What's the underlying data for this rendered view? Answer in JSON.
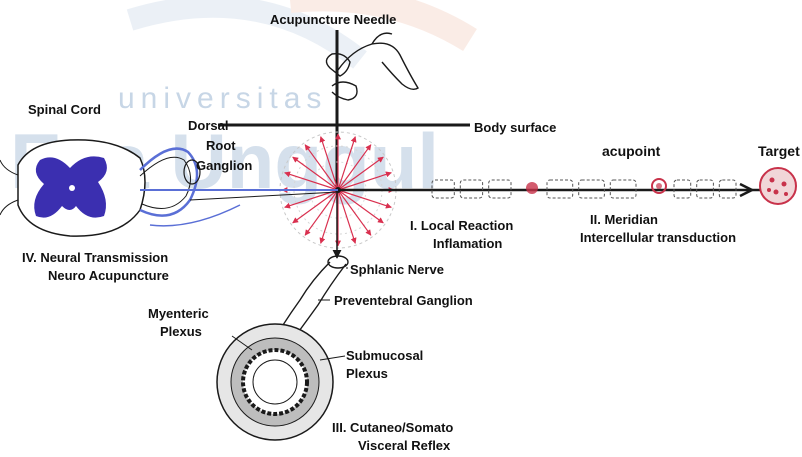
{
  "watermark": {
    "line1": "universitas",
    "line2": "Esa Unggul",
    "color": "#c7d6e6",
    "accent": "#f3c9b8"
  },
  "labels": {
    "needle": "Acupuncture Needle",
    "spinal_cord": "Spinal Cord",
    "dorsal_root_ganglion": [
      "Dorsal",
      "Root",
      "Ganglion"
    ],
    "body_surface": "Body surface",
    "acupoint": "acupoint",
    "target": "Target",
    "local_reaction": [
      "I. Local Reaction",
      "Inflamation"
    ],
    "meridian": [
      "II. Meridian",
      "Intercellular transduction"
    ],
    "neural_transmission": [
      "IV. Neural Transmission",
      "Neuro Acupuncture"
    ],
    "sphlanic_nerve": "Sphlanic Nerve",
    "preventebral_ganglion": "Preventebral Ganglion",
    "myenteric_plexus": [
      "Myenteric",
      "Plexus"
    ],
    "submucosal_plexus": [
      "Submucosal",
      "Plexus"
    ],
    "cutaneo_reflex": [
      "III. Cutaneo/Somato",
      "Visceral Reflex"
    ]
  },
  "colors": {
    "ink": "#1a1a1a",
    "spinal_gray": "#3b2fb0",
    "nerve_blue": "#5a6fd6",
    "radial_red": "#d9304f",
    "target_red": "#c8324a"
  }
}
